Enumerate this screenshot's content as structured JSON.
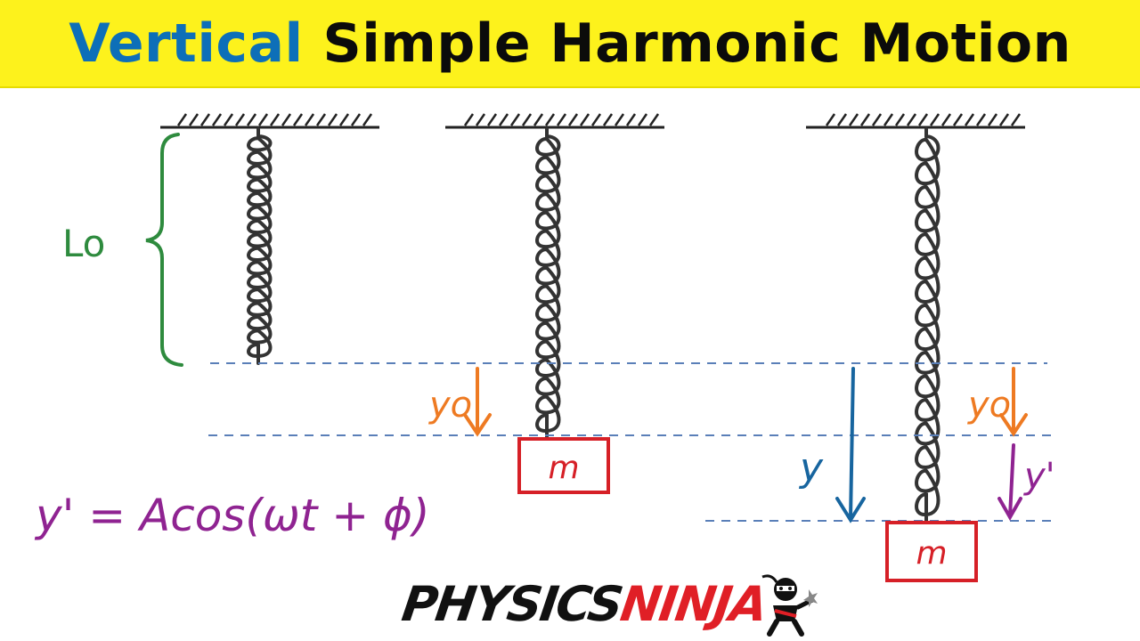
{
  "title": {
    "word1": "Vertical",
    "rest": "Simple Harmonic Motion"
  },
  "labels": {
    "natural_length": "Lo",
    "static_stretch": "yo",
    "mass": "m",
    "total_displacement": "y",
    "oscillation_displacement": "y'",
    "equation": "y' = Acos(ωt + ϕ)"
  },
  "logo": {
    "part1": "PHYSICS",
    "part2": "NINJA"
  },
  "colors": {
    "banner": "#fdf21c",
    "title_blue": "#0d6fb8",
    "natural_length": "#2e8b3e",
    "static_stretch": "#ee7a22",
    "total_displacement": "#17659f",
    "oscillation": "#8f2391",
    "mass_box": "#d62027",
    "dashed_line": "#5a7fb8"
  }
}
